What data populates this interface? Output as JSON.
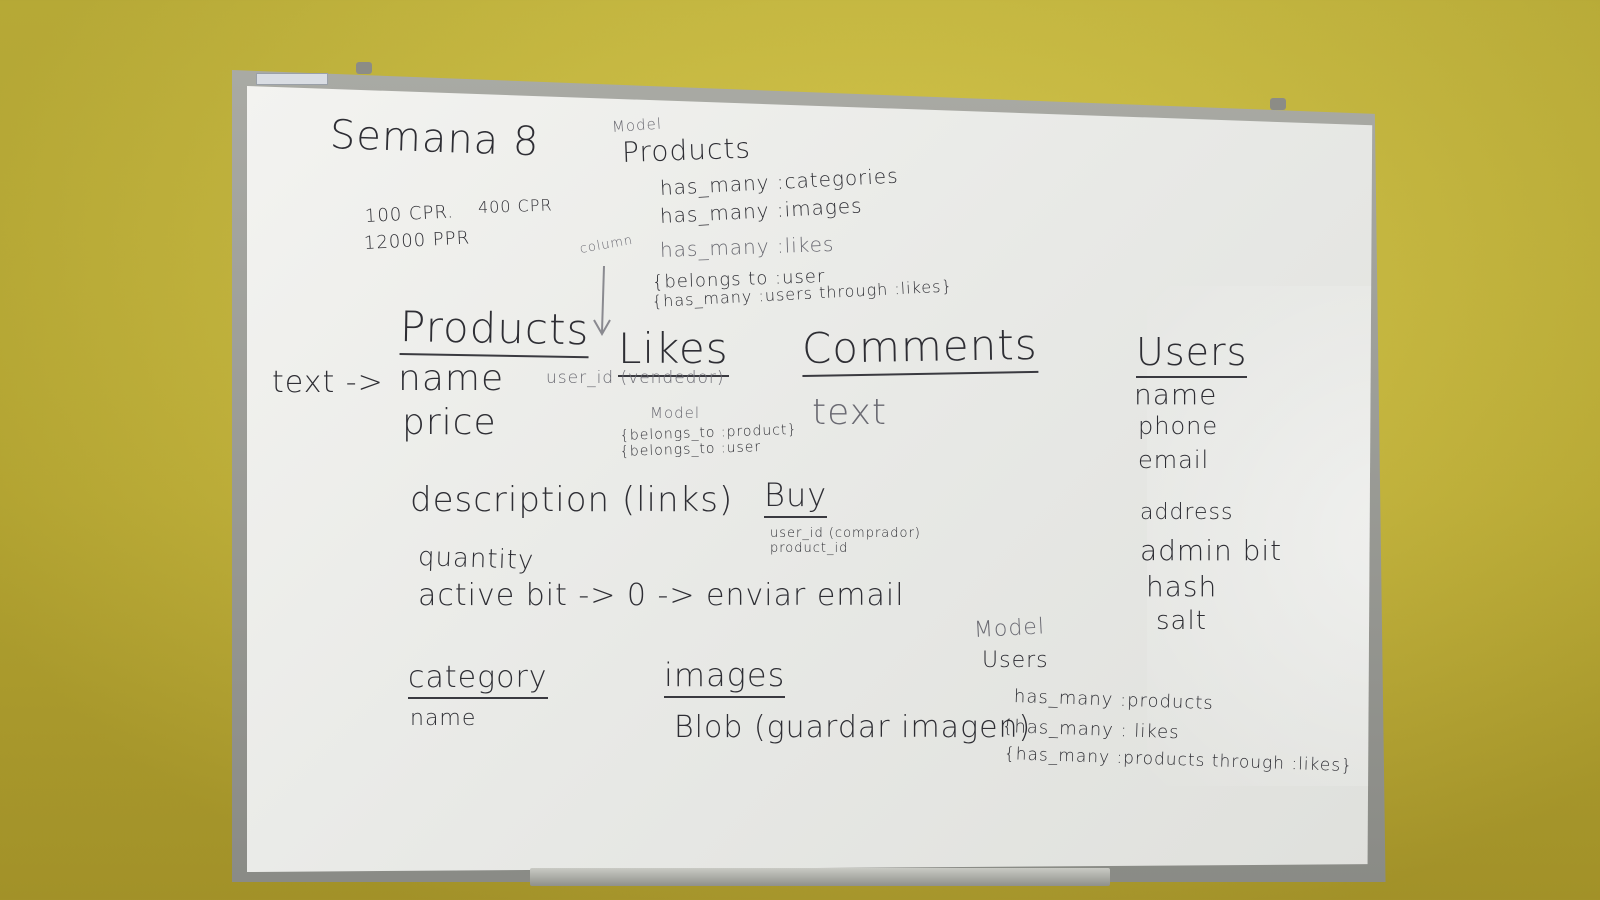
{
  "header": {
    "title": "Semana 8"
  },
  "notes": [
    "100 CPR.",
    "400 CPR",
    "12000 PPR"
  ],
  "products_model": {
    "caption": "Model",
    "title": "Products",
    "lines": [
      "has_many :categories",
      "has_many :images",
      "has_many :likes",
      "{belongs to :user",
      "{has_many :users through :likes}"
    ]
  },
  "column_note": "column",
  "products_table": {
    "title": "Products",
    "arrow_label": "text ->",
    "fields": [
      "name",
      "price",
      "description (links)",
      "quantity",
      "active  bit  -> 0 -> enviar email"
    ]
  },
  "likes_table": {
    "title": "Likes",
    "field": "user_id (vendedor)",
    "caption": "Model",
    "lines": [
      "{belongs_to :product}",
      "{belongs_to :user"
    ]
  },
  "comments_table": {
    "title": "Comments",
    "field": "text"
  },
  "buy_table": {
    "title": "Buy",
    "fields": [
      "user_id (comprador)",
      "product_id"
    ]
  },
  "users_table": {
    "title": "Users",
    "fields": [
      "name",
      "phone",
      "email",
      "address",
      "admin  bit",
      "hash",
      "salt"
    ]
  },
  "category_table": {
    "title": "category",
    "field": "name"
  },
  "images_table": {
    "title": "images",
    "field": "Blob (guardar imagen)"
  },
  "users_model": {
    "caption": "Model",
    "title": "Users",
    "lines": [
      "has_many :products",
      "{has_many : likes",
      "{has_many :products through :likes}"
    ]
  }
}
